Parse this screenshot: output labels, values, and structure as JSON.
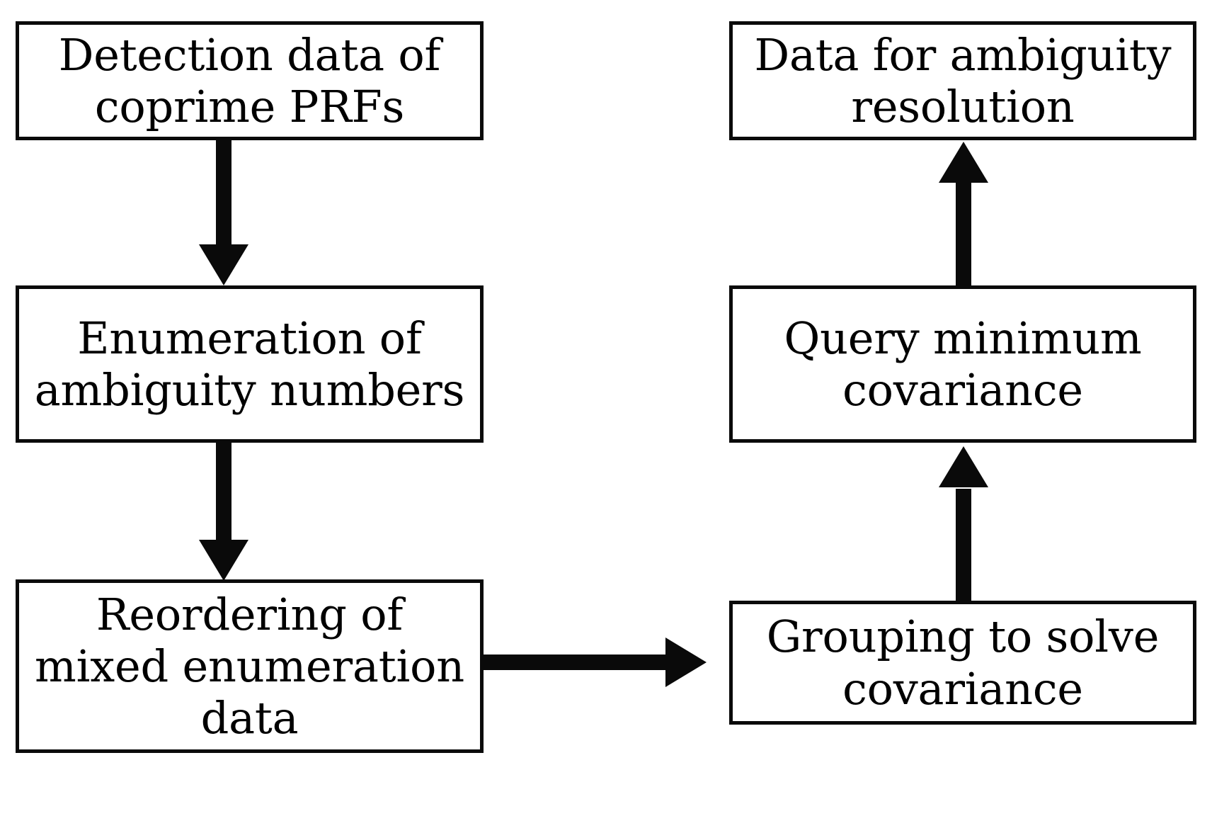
{
  "diagram": {
    "type": "flowchart",
    "background_color": "#ffffff",
    "stroke_color": "#0a0a0a",
    "nodes": [
      {
        "id": "detection-data",
        "label": "Detection data of\ncoprime PRFs",
        "column": "left",
        "row": 1
      },
      {
        "id": "enumeration",
        "label": "Enumeration of\nambiguity numbers",
        "column": "left",
        "row": 2
      },
      {
        "id": "reordering",
        "label": "Reordering of\nmixed enumeration\ndata",
        "column": "left",
        "row": 3
      },
      {
        "id": "data-for-ambiguity",
        "label": "Data for ambiguity\nresolution",
        "column": "right",
        "row": 1
      },
      {
        "id": "query-minimum",
        "label": "Query minimum\ncovariance",
        "column": "right",
        "row": 2
      },
      {
        "id": "grouping-solve",
        "label": "Grouping to solve\ncovariance",
        "column": "right",
        "row": 3
      }
    ],
    "edges": [
      {
        "from": "detection-data",
        "to": "enumeration",
        "direction": "down"
      },
      {
        "from": "enumeration",
        "to": "reordering",
        "direction": "down"
      },
      {
        "from": "reordering",
        "to": "grouping-solve",
        "direction": "right"
      },
      {
        "from": "grouping-solve",
        "to": "query-minimum",
        "direction": "up"
      },
      {
        "from": "query-minimum",
        "to": "data-for-ambiguity",
        "direction": "up"
      }
    ]
  }
}
